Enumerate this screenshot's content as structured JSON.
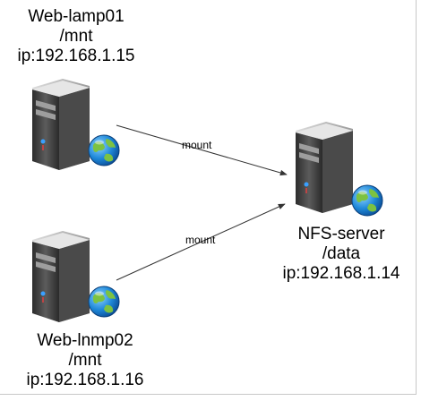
{
  "nodes": [
    {
      "id": "web-lamp01",
      "name": "Web-lamp01",
      "path": "/mnt",
      "ip": "ip:192.168.1.15"
    },
    {
      "id": "web-lnmp02",
      "name": "Web-lnmp02",
      "path": "/mnt",
      "ip": "ip:192.168.1.16"
    },
    {
      "id": "nfs-server",
      "name": "NFS-server",
      "path": "/data",
      "ip": "ip:192.168.1.14"
    }
  ],
  "edges": [
    {
      "from": "web-lamp01",
      "to": "nfs-server",
      "label": "mount"
    },
    {
      "from": "web-lnmp02",
      "to": "nfs-server",
      "label": "mount"
    }
  ],
  "colors": {
    "server_body": "#3a3a3a",
    "server_face": "#5a5a5a",
    "edge": "#333333",
    "globe_sea": "#1e88d8",
    "globe_land": "#7cc242"
  }
}
